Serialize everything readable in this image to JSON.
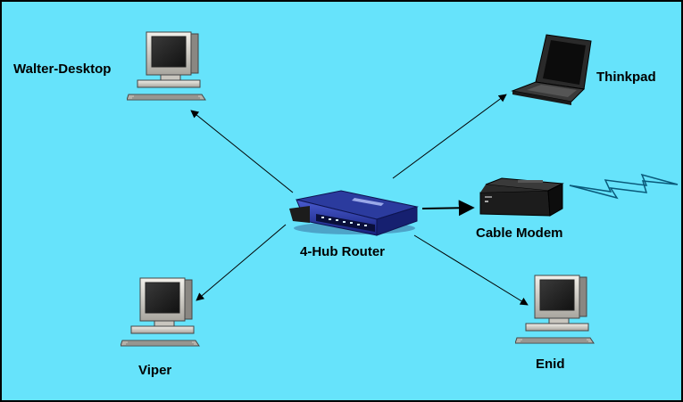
{
  "diagram": {
    "background": "#66e3fb",
    "nodes": {
      "walter_desktop": {
        "label": "Walter-Desktop",
        "icon": "desktop-computer-icon"
      },
      "thinkpad": {
        "label": "Thinkpad",
        "icon": "laptop-icon"
      },
      "router": {
        "label": "4-Hub Router",
        "icon": "router-icon",
        "color": "#2a3ea8"
      },
      "cable_modem": {
        "label": "Cable Modem",
        "icon": "cable-modem-icon"
      },
      "viper": {
        "label": "Viper",
        "icon": "desktop-computer-icon"
      },
      "enid": {
        "label": "Enid",
        "icon": "desktop-computer-icon"
      }
    },
    "connections": [
      {
        "from": "router",
        "to": "walter_desktop"
      },
      {
        "from": "router",
        "to": "thinkpad"
      },
      {
        "from": "router",
        "to": "cable_modem"
      },
      {
        "from": "router",
        "to": "viper"
      },
      {
        "from": "router",
        "to": "enid"
      }
    ],
    "internet_link": {
      "icon": "lightning-bolt-icon"
    }
  }
}
